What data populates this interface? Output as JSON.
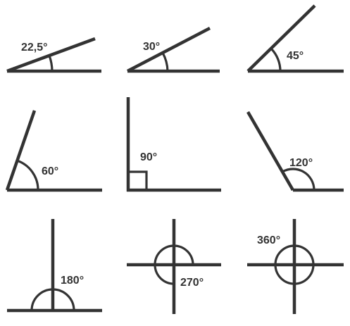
{
  "colors": {
    "stroke": "#333333",
    "background": "#ffffff"
  },
  "angles": [
    {
      "label": "22,5°",
      "degrees": 22.5
    },
    {
      "label": "30°",
      "degrees": 30
    },
    {
      "label": "45°",
      "degrees": 45
    },
    {
      "label": "60°",
      "degrees": 60
    },
    {
      "label": "90°",
      "degrees": 90
    },
    {
      "label": "120°",
      "degrees": 120
    },
    {
      "label": "180°",
      "degrees": 180
    },
    {
      "label": "270°",
      "degrees": 270
    },
    {
      "label": "360°",
      "degrees": 360
    }
  ]
}
